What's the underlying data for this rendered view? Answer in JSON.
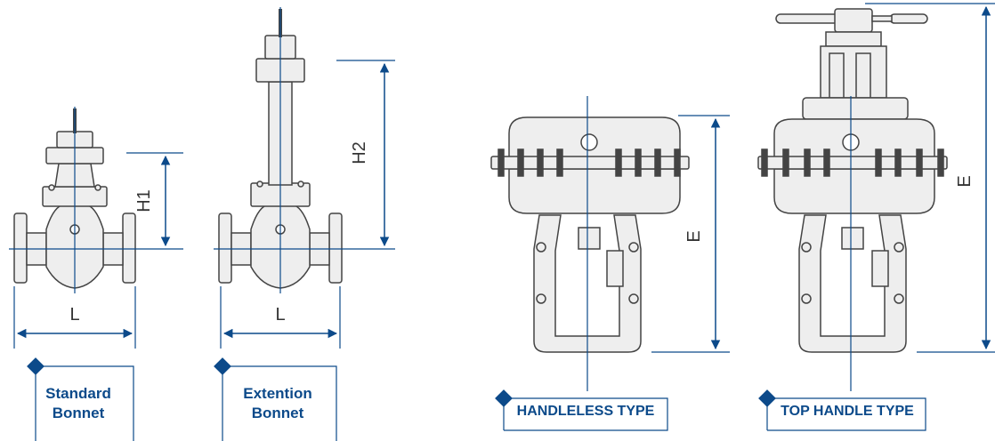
{
  "colors": {
    "accent": "#0c4a8a",
    "drawing": "#444444",
    "fill": "#eeeeee"
  },
  "dimensions": {
    "length": "L",
    "height1": "H1",
    "height2": "H2",
    "height_e": "E"
  },
  "labels": {
    "standard_bonnet": [
      "Standard",
      "Bonnet"
    ],
    "extension_bonnet": [
      "Extention",
      "Bonnet"
    ],
    "handleless_type": "HANDLELESS TYPE",
    "top_handle_type": "TOP HANDLE TYPE"
  }
}
